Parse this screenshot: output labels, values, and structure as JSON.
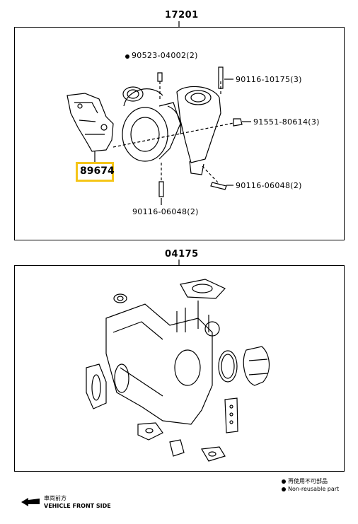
{
  "top_group": {
    "group_number": "17201",
    "parts": {
      "p1": "90523-04002(2)",
      "p2": "90116-10175(3)",
      "p3": "91551-80614(3)",
      "p4": "90116-06048(2)",
      "p5": "90116-06048(2)"
    },
    "highlighted_part": "89674",
    "highlight_color": "#f5c518"
  },
  "bottom_group": {
    "group_number": "04175"
  },
  "legend": {
    "reusable": "再使用不可部品",
    "non_reusable": "Non-reusable part"
  },
  "footer": {
    "direction_jp": "車両前方",
    "direction_en": "VEHICLE FRONT SIDE"
  }
}
